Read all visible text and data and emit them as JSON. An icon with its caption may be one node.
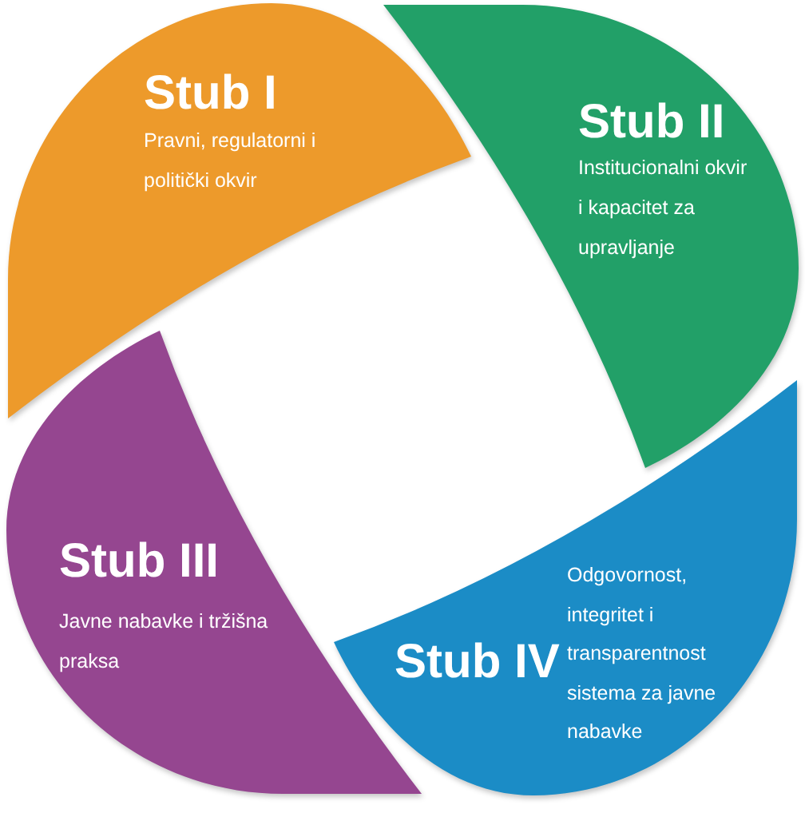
{
  "diagram": {
    "nodes": [
      {
        "text": [
          "Stub I",
          "Pravni, regulatorni i politički okvir"
        ]
      },
      {
        "text": [
          "Stub II",
          "Institucionalni okvir i kapacitet za upravljanje"
        ]
      },
      {
        "text": [
          "Stub III",
          "Javne nabavke i tržišna praksa"
        ]
      },
      {
        "text": [
          "Stub IV",
          "Odgovornost, integritet i transparentnost sistema za javne nabavke"
        ]
      }
    ]
  }
}
